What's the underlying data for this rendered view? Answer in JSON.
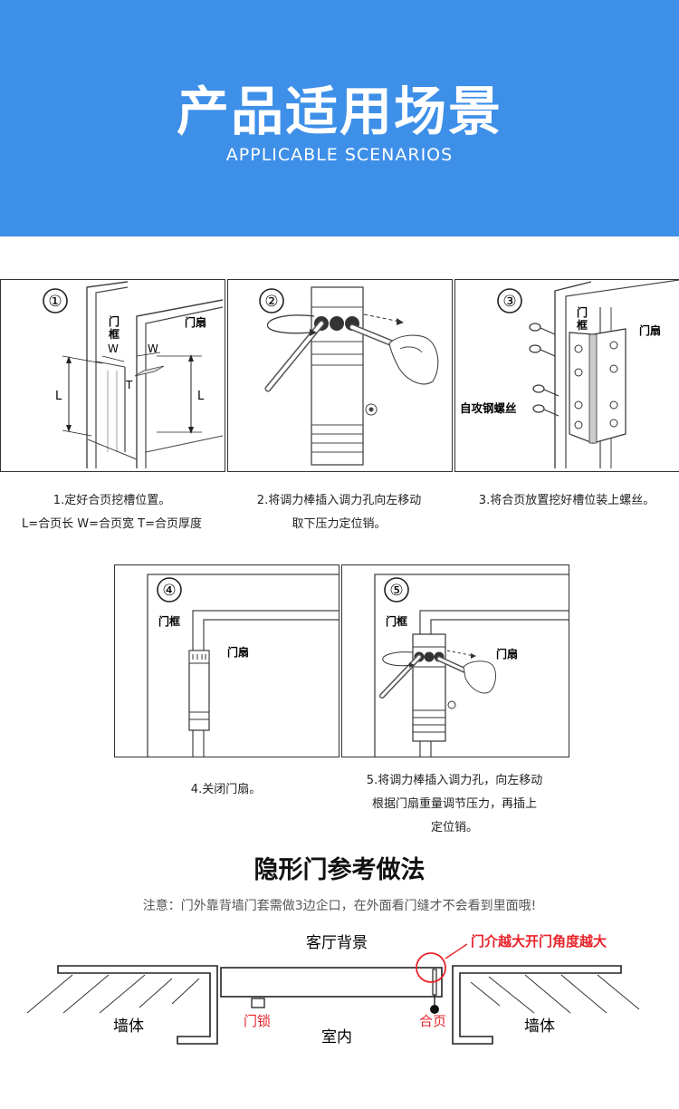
{
  "header": {
    "title": "产品适用场景",
    "subtitle": "APPLICABLE SCENARIOS"
  },
  "steps": [
    {
      "number": "①",
      "labels": {
        "frame": "门框",
        "leaf": "门扇",
        "w1": "W",
        "w2": "W",
        "t": "T",
        "l1": "L",
        "l2": "L"
      },
      "caption_lines": [
        "1.定好合页挖槽位置。",
        "L=合页长  W=合页宽  T=合页厚度"
      ]
    },
    {
      "number": "②",
      "labels": {},
      "caption_lines": [
        "2.将调力棒插入调力孔向左移动",
        "取下压力定位销。"
      ]
    },
    {
      "number": "③",
      "labels": {
        "frame": "门框",
        "leaf": "门扇",
        "screw": "自攻钢螺丝"
      },
      "caption_lines": [
        "3.将合页放置挖好槽位装上螺丝。"
      ]
    },
    {
      "number": "④",
      "labels": {
        "frame": "门框",
        "leaf": "门扇"
      },
      "caption_lines": [
        "4.关闭门扇。"
      ]
    },
    {
      "number": "⑤",
      "labels": {
        "frame": "门框",
        "leaf": "门扇"
      },
      "caption_lines": [
        "5.将调力棒插入调力孔，向左移动",
        "根据门扇重量调节压力，再插上",
        "定位销。"
      ]
    }
  ],
  "section2": {
    "title": "隐形门参考做法",
    "note": "注意：门外靠背墙门套需做3边企口，在外面看门缝才不会看到里面哦!",
    "diagram": {
      "top_label": "客厅背景",
      "callout": "门介越大开门角度越大",
      "wall_left": "墙体",
      "wall_right": "墙体",
      "lock": "门锁",
      "hinge": "合页",
      "inside": "室内"
    }
  },
  "colors": {
    "banner": "#3e8fe8",
    "callout_red": "#e8232a"
  }
}
